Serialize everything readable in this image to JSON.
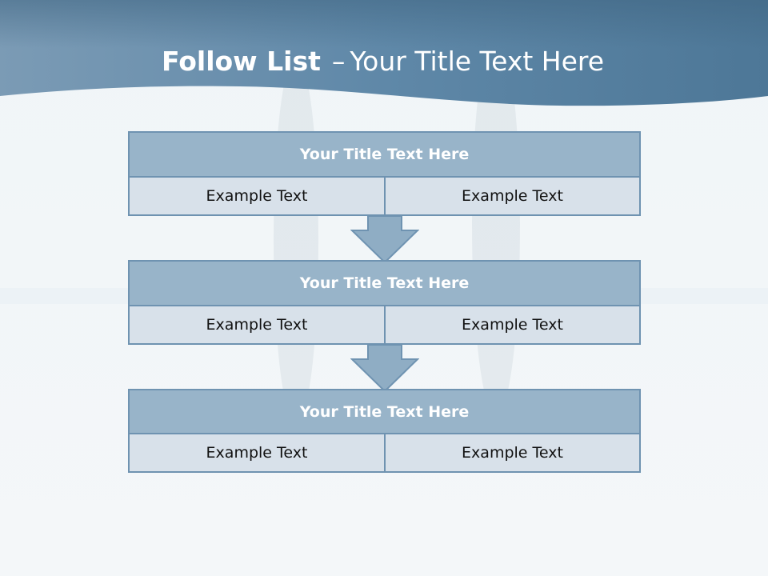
{
  "slide": {
    "title_bold": "Follow List",
    "title_separator": "–",
    "title_rest": "Your Title Text Here"
  },
  "blocks": [
    {
      "title": "Your Title Text Here",
      "left": "Example Text",
      "right": "Example Text"
    },
    {
      "title": "Your Title Text Here",
      "left": "Example Text",
      "right": "Example Text"
    },
    {
      "title": "Your Title Text Here",
      "left": "Example Text",
      "right": "Example Text"
    }
  ],
  "colors": {
    "header_band": "#4f7a9b",
    "title_fill": "#98b4c9",
    "cell_fill": "#d8e1ea",
    "border": "#6f93b1",
    "arrow_fill": "#8fadc4"
  }
}
